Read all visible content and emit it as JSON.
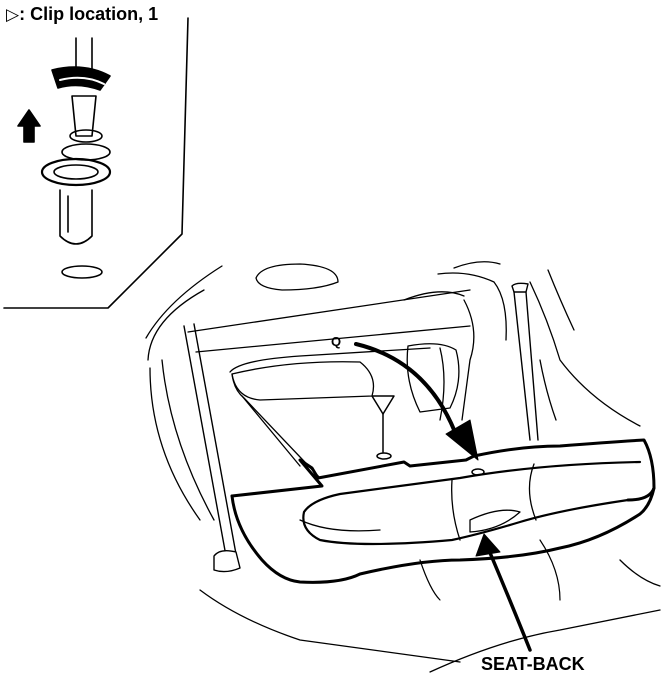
{
  "legend": {
    "symbol": "▷",
    "text": ": Clip location, 1"
  },
  "labels": {
    "clip_marker": "Q",
    "seat_back": "SEAT-BACK"
  },
  "icons": {
    "clip_detail": "clip-removal-icon",
    "clip_location_marker": "triangle-marker-icon"
  },
  "colors": {
    "ink": "#000000",
    "paper": "#ffffff"
  }
}
